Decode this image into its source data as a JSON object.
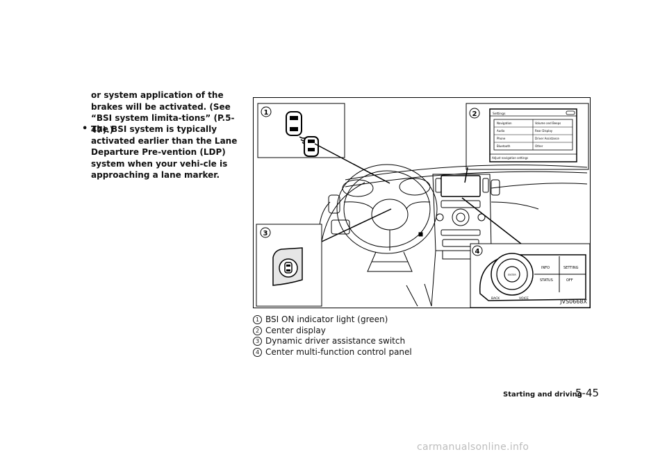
{
  "text": {
    "para1": "or system application of the brakes will be activated. (See “BSI system limita-tions” (P.5-47).)",
    "bullet_glyph": "•",
    "para2": "The BSI system is typically activated earlier than the Lane Departure Pre-vention (LDP) system when your vehi-cle is approaching a lane marker."
  },
  "figure": {
    "code": "JVS0668X",
    "markers": [
      "1",
      "2",
      "3",
      "4"
    ],
    "settings_screen": {
      "title": "Settings",
      "items": [
        "Navigation",
        "Volume and Beeps",
        "Audio",
        "Rear Display",
        "Phone",
        "Driver Assistance",
        "Bluetooth",
        "Other"
      ],
      "footer": "Adjust navigation settings"
    },
    "control_panel": {
      "center": "ENTER",
      "buttons": [
        "INFO",
        "SETTING",
        "STATUS",
        "OFF",
        "BACK",
        "VOICE"
      ]
    }
  },
  "callouts": [
    {
      "num": "1",
      "label": "BSI ON indicator light (green)"
    },
    {
      "num": "2",
      "label": "Center display"
    },
    {
      "num": "3",
      "label": "Dynamic driver assistance switch"
    },
    {
      "num": "4",
      "label": "Center multi-function control panel"
    }
  ],
  "footer": {
    "section": "Starting and driving",
    "page": "5-45"
  },
  "watermark": "carmanualsonline.info"
}
